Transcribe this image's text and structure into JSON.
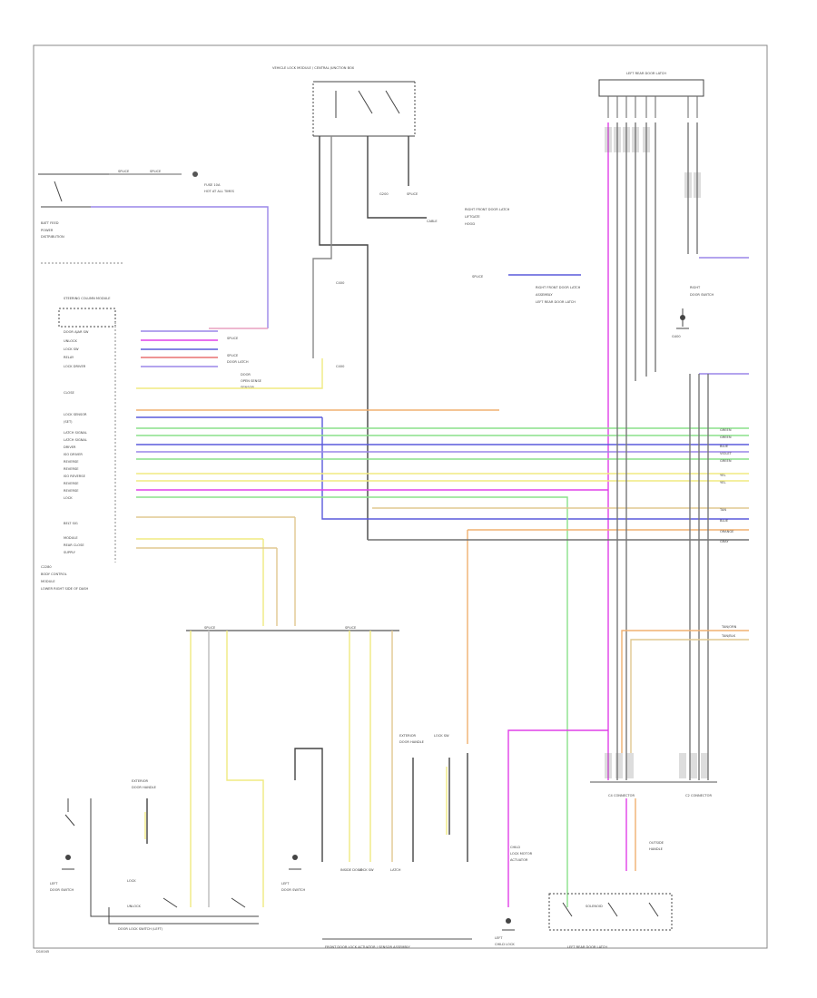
{
  "diagram": {
    "top_module_label": "VEHICLE LOCK MODULE / CENTRAL JUNCTION BOX",
    "top_right_connector_label": "LEFT REAR DOOR LATCH",
    "left_fuse_label": "FUSE 10A",
    "left_fuse_note": "HOT AT ALL TIMES",
    "steering_module_label": "STEERING COLUMN MODULE",
    "ground_top_label": "G200",
    "ground_right_label": "G400",
    "splice_label": "SPLICE",
    "rear_conn_left_label": "C4 CONNECTOR",
    "rear_conn_right_label": "C2 CONNECTOR",
    "bottom_left_caption": "DOOR LOCK SWITCH (LEFT)",
    "bottom_center_caption": "FRONT DOOR LOCK ACTUATOR / SENSOR ASSEMBLY",
    "bottom_right_caption": "LEFT REAR DOOR LATCH",
    "footer_code": "D10045",
    "wire_colors": {
      "violet": "#9a86e8",
      "blue": "#5a5adc",
      "magenta": "#e040e8",
      "green": "#8ae08a",
      "yellow": "#f0ea80",
      "tan": "#e0c890",
      "orange": "#f0b070",
      "gray": "#707070",
      "pink": "#e8a0c0",
      "red": "#e87070"
    }
  }
}
